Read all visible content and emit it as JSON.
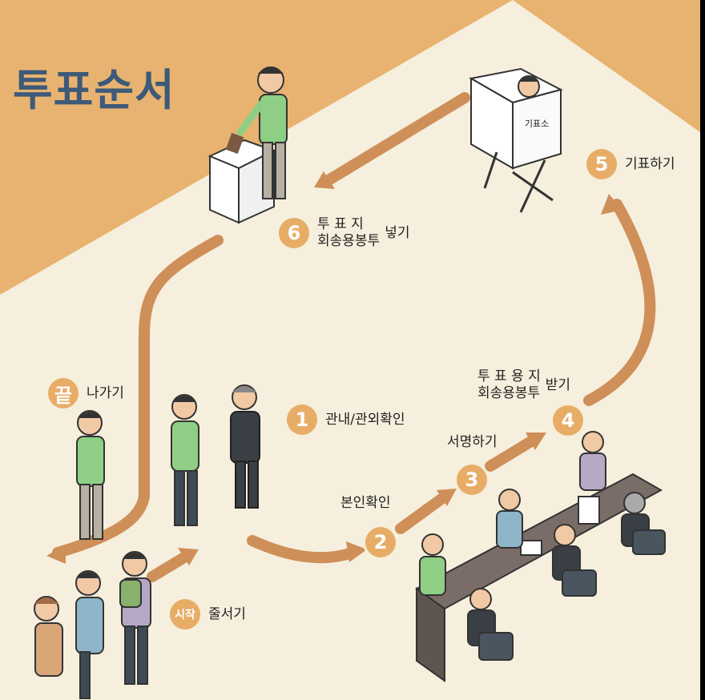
{
  "title": "투표순서",
  "booth_sign": "기표소",
  "colors": {
    "background": "#f6efdd",
    "triangle": "#e8b370",
    "arrow": "#cf8f59",
    "badge": "#e7ad67",
    "title": "#3d5a78"
  },
  "steps": [
    {
      "badge": "시작",
      "label": "줄서기"
    },
    {
      "badge": "1",
      "label": "관내/관외확인"
    },
    {
      "badge": "2",
      "label": "본인확인"
    },
    {
      "badge": "3",
      "label": "서명하기"
    },
    {
      "badge": "4",
      "label_line1": "투 표 용 지",
      "label_line2": "회송용봉투",
      "label_suffix": "받기"
    },
    {
      "badge": "5",
      "label": "기표하기"
    },
    {
      "badge": "6",
      "label_line1": "투 표 지",
      "label_line2": "회송용봉투",
      "label_suffix": "넣기"
    },
    {
      "badge": "끝",
      "label": "나가기"
    }
  ]
}
